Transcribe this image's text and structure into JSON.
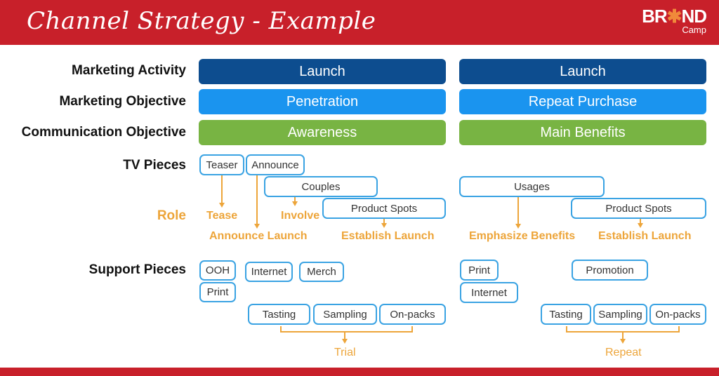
{
  "header": {
    "title": "Channel Strategy - Example",
    "logo": {
      "brand_left": "BR",
      "brand_star": "✱",
      "brand_right": "ND",
      "sub": "Camp"
    }
  },
  "labels": {
    "marketing_activity": "Marketing Activity",
    "marketing_objective": "Marketing Objective",
    "communication_objective": "Communication Objective",
    "tv_pieces": "TV Pieces",
    "role": "Role",
    "support_pieces": "Support Pieces"
  },
  "left": {
    "activity": "Launch",
    "objective": "Penetration",
    "communication": "Awareness",
    "tv": {
      "teaser": "Teaser",
      "announce": "Announce",
      "couples": "Couples",
      "product_spots": "Product Spots"
    },
    "roles": {
      "tease": "Tease",
      "announce_launch": "Announce Launch",
      "involve": "Involve",
      "establish_launch": "Establish Launch"
    },
    "support": {
      "ooh": "OOH",
      "print": "Print",
      "internet": "Internet",
      "merch": "Merch",
      "tasting": "Tasting",
      "sampling": "Sampling",
      "on_packs": "On-packs"
    },
    "support_role": "Trial"
  },
  "right": {
    "activity": "Launch",
    "objective": "Repeat Purchase",
    "communication": "Main Benefits",
    "tv": {
      "usages": "Usages",
      "product_spots": "Product Spots"
    },
    "roles": {
      "emphasize_benefits": "Emphasize Benefits",
      "establish_launch": "Establish Launch"
    },
    "support": {
      "print": "Print",
      "internet": "Internet",
      "promotion": "Promotion",
      "tasting": "Tasting",
      "sampling": "Sampling",
      "on_packs": "On-packs"
    },
    "support_role": "Repeat"
  },
  "colors": {
    "header": "#c8202a",
    "dark_blue": "#0d4d8f",
    "light_blue": "#1a94ef",
    "green": "#78b443",
    "orange": "#eda53a",
    "box_border": "#3aa3e3"
  }
}
